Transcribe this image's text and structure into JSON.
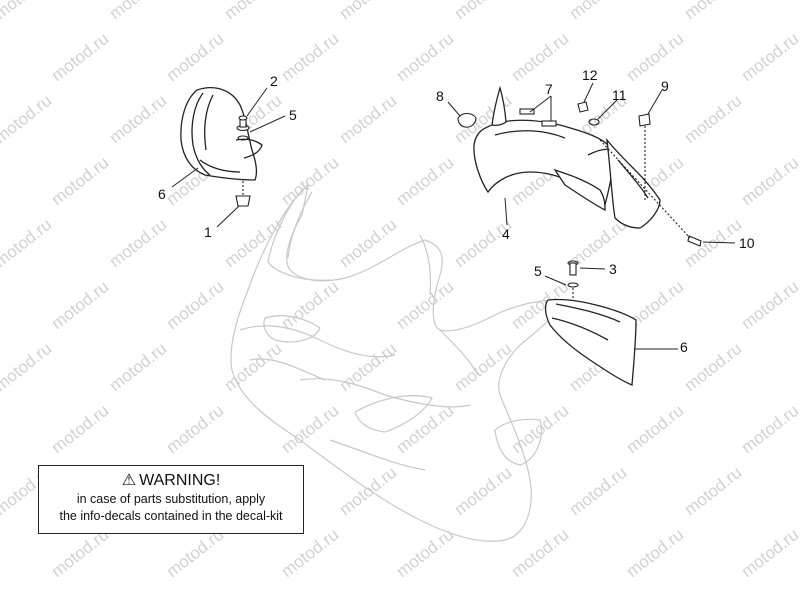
{
  "watermark": "motod.ru",
  "callouts": [
    "1",
    "2",
    "3",
    "4",
    "5",
    "5",
    "6",
    "6",
    "7",
    "8",
    "9",
    "10",
    "11",
    "12"
  ],
  "warning": {
    "title": "WARNING!",
    "line1": "in case of parts substitution, apply",
    "line2": "the info-decals contained in the decal-kit"
  },
  "colors": {
    "line": "#222222",
    "faded": "#c8c8c8",
    "watermark": "#d2d2d2"
  }
}
